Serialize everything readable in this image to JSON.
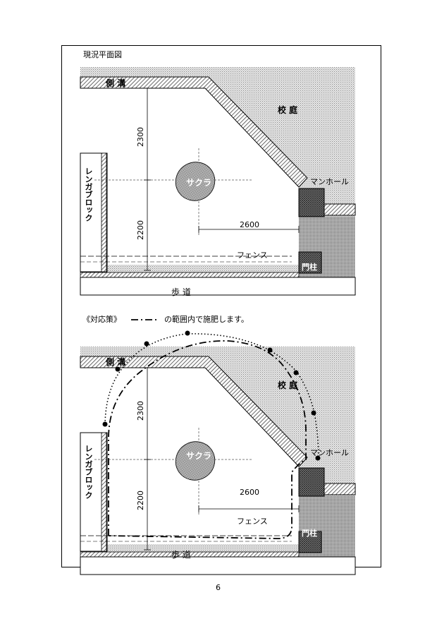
{
  "page": {
    "title": "現況平面図",
    "countermeasure_label": "《対応策》",
    "countermeasure_text": "の範囲内で施肥します。",
    "page_number": "6"
  },
  "plan_labels": {
    "gutter": "側 溝",
    "schoolyard": "校 庭",
    "sakura": "サクラ",
    "manhole": "マンホール",
    "brick_block": "レンガブロック",
    "fence": "フェンス",
    "gate_post": "門柱",
    "sidewalk": "歩 道",
    "dim_vertical_upper": "2300",
    "dim_vertical_lower": "2200",
    "dim_horizontal": "2600"
  },
  "colors": {
    "hatch_gray": "#9a9a9a",
    "stipple": "#c8c8c8",
    "line": "#000000"
  }
}
